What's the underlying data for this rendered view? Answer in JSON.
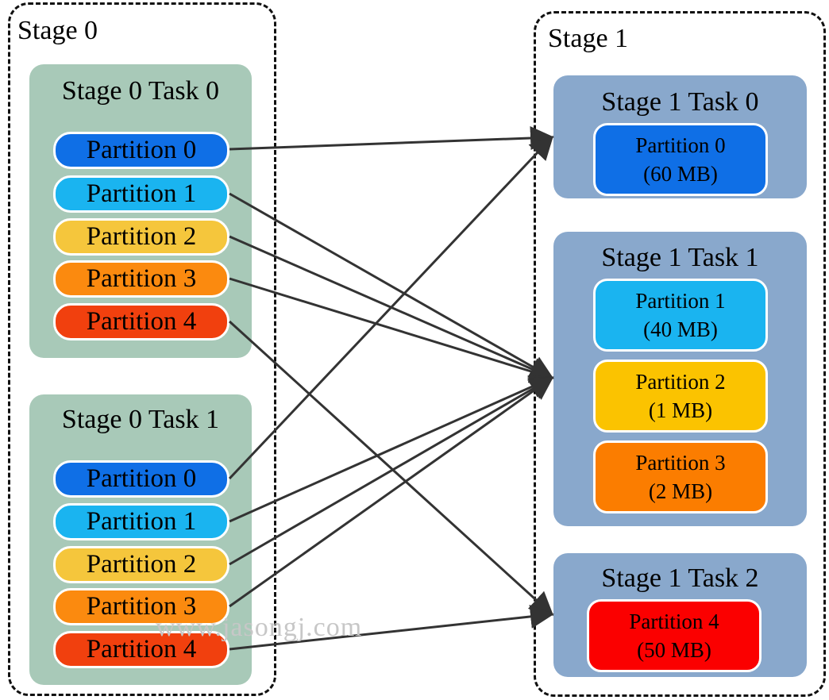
{
  "stage0": {
    "title": "Stage 0",
    "tasks": [
      {
        "title": "Stage 0 Task 0",
        "partitions": [
          {
            "label": "Partition 0",
            "color": "#0f6fe6"
          },
          {
            "label": "Partition 1",
            "color": "#1ab4f0"
          },
          {
            "label": "Partition 2",
            "color": "#f5c63c"
          },
          {
            "label": "Partition 3",
            "color": "#fb8a0f"
          },
          {
            "label": "Partition 4",
            "color": "#f1400e"
          }
        ]
      },
      {
        "title": "Stage 0 Task 1",
        "partitions": [
          {
            "label": "Partition 0",
            "color": "#0f6fe6"
          },
          {
            "label": "Partition 1",
            "color": "#1ab4f0"
          },
          {
            "label": "Partition 2",
            "color": "#f5c63c"
          },
          {
            "label": "Partition 3",
            "color": "#fb8a0f"
          },
          {
            "label": "Partition 4",
            "color": "#f1400e"
          }
        ]
      }
    ]
  },
  "stage1": {
    "title": "Stage 1",
    "tasks": [
      {
        "title": "Stage 1 Task 0",
        "partitions": [
          {
            "label": "Partition 0",
            "size": "(60 MB)",
            "color": "#0f6fe6"
          }
        ]
      },
      {
        "title": "Stage 1 Task 1",
        "partitions": [
          {
            "label": "Partition 1",
            "size": "(40 MB)",
            "color": "#1ab4f0"
          },
          {
            "label": "Partition 2",
            "size": "(1 MB)",
            "color": "#fbc300"
          },
          {
            "label": "Partition 3",
            "size": "(2 MB)",
            "color": "#fb7d00"
          }
        ]
      },
      {
        "title": "Stage 1 Task 2",
        "partitions": [
          {
            "label": "Partition 4",
            "size": "(50 MB)",
            "color": "#fb0000"
          }
        ]
      }
    ]
  },
  "edges": [
    {
      "from": "stage0.task0.partition0",
      "to": "stage1.task0"
    },
    {
      "from": "stage0.task0.partition1",
      "to": "stage1.task1"
    },
    {
      "from": "stage0.task0.partition2",
      "to": "stage1.task1"
    },
    {
      "from": "stage0.task0.partition3",
      "to": "stage1.task1"
    },
    {
      "from": "stage0.task0.partition4",
      "to": "stage1.task2"
    },
    {
      "from": "stage0.task1.partition0",
      "to": "stage1.task0"
    },
    {
      "from": "stage0.task1.partition1",
      "to": "stage1.task1"
    },
    {
      "from": "stage0.task1.partition2",
      "to": "stage1.task1"
    },
    {
      "from": "stage0.task1.partition3",
      "to": "stage1.task1"
    },
    {
      "from": "stage0.task1.partition4",
      "to": "stage1.task2"
    }
  ],
  "watermark": "www.jasongj.com"
}
